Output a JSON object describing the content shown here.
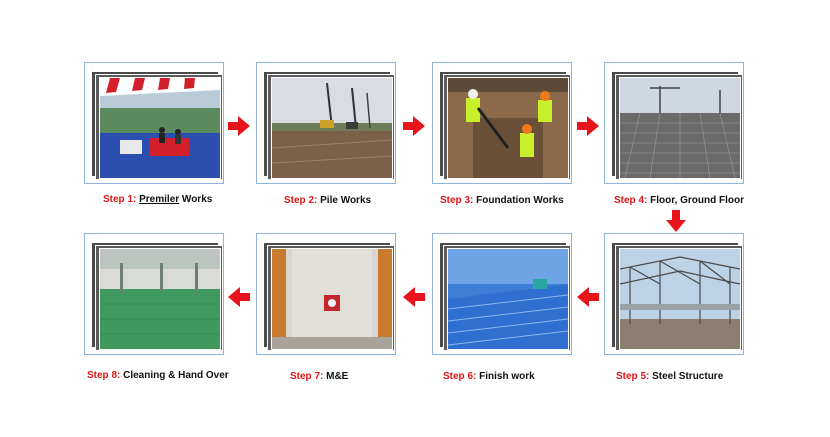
{
  "steps": [
    {
      "num": "Step 1:",
      "label_u": "Premiler",
      "label_rest": " Works",
      "icon": "premier-works-photo"
    },
    {
      "num": "Step 2:",
      "label": "Pile Works",
      "icon": "pile-works-photo"
    },
    {
      "num": "Step 3:",
      "label": "Foundation Works",
      "icon": "foundation-works-photo"
    },
    {
      "num": "Step 4:",
      "label": "Floor, Ground Floor",
      "icon": "floor-photo"
    },
    {
      "num": "Step 5:",
      "label": "Steel Structure",
      "icon": "steel-structure-photo"
    },
    {
      "num": "Step 6:",
      "label": "Finish work",
      "icon": "finish-work-photo"
    },
    {
      "num": "Step 7:",
      "label": "M&E",
      "icon": "mne-photo"
    },
    {
      "num": "Step 8:",
      "label": "Cleaning & Hand Over",
      "icon": "cleaning-photo"
    }
  ],
  "colors": {
    "step_number": "#e01515",
    "arrow": "#e8141b",
    "frame": "#8fb4de"
  },
  "arrows": [
    "right",
    "right",
    "right",
    "down",
    "left",
    "left",
    "left"
  ]
}
